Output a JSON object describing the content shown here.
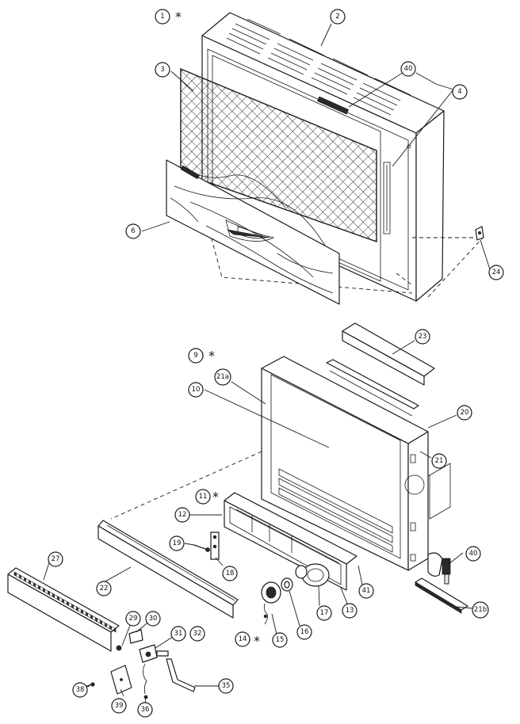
{
  "callouts": {
    "c1": "1",
    "c2": "2",
    "c3": "3",
    "c4": "4",
    "c40top": "40",
    "c6": "6",
    "c24": "24",
    "c9": "9",
    "c23": "23",
    "c21a": "21a",
    "c10": "10",
    "c20": "20",
    "c21": "21",
    "c11": "11",
    "c12": "12",
    "c19": "19",
    "c18": "18",
    "c40b": "40",
    "c41": "41",
    "c13": "13",
    "c17": "17",
    "c16": "16",
    "c15": "15",
    "c14": "14",
    "c21b": "21b",
    "c27": "27",
    "c22": "22",
    "c29": "29",
    "c30": "30",
    "c31": "31",
    "c32": "32",
    "c38": "38",
    "c39": "39",
    "c36": "36",
    "c35": "35"
  },
  "markers": {
    "star": "*"
  }
}
